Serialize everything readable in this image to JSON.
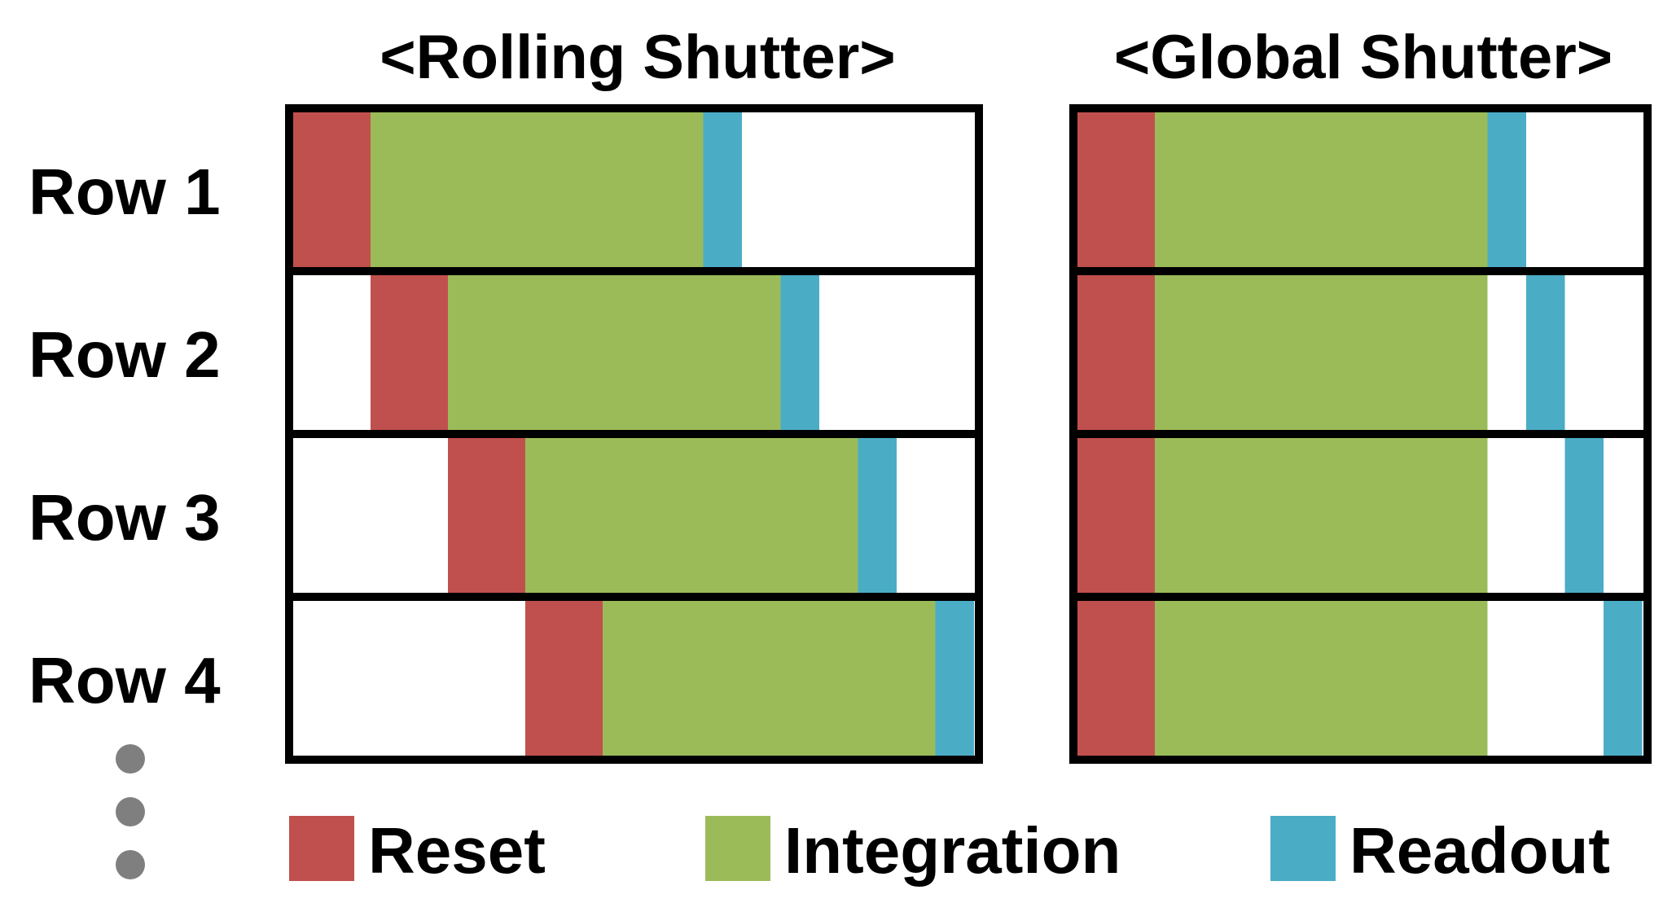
{
  "colors": {
    "reset": "#c0504d",
    "integration": "#9bbb59",
    "readout": "#4bacc6",
    "frame": "#000000",
    "dots": "#7f7f7f"
  },
  "panels": [
    {
      "id": "rolling",
      "title": "<Rolling Shutter>",
      "rows": [
        {
          "reset": [
            0,
            1
          ],
          "integration": [
            1,
            5.3
          ],
          "readout": [
            5.3,
            5.8
          ]
        },
        {
          "reset": [
            1,
            2
          ],
          "integration": [
            2,
            6.3
          ],
          "readout": [
            6.3,
            6.8
          ]
        },
        {
          "reset": [
            2,
            3
          ],
          "integration": [
            3,
            7.3
          ],
          "readout": [
            7.3,
            7.8
          ]
        },
        {
          "reset": [
            3,
            4
          ],
          "integration": [
            4,
            8.3
          ],
          "readout": [
            8.3,
            8.8
          ]
        }
      ]
    },
    {
      "id": "global",
      "title": "<Global Shutter>",
      "rows": [
        {
          "reset": [
            0,
            1
          ],
          "integration": [
            1,
            5.3
          ],
          "readout": [
            5.3,
            5.8
          ]
        },
        {
          "reset": [
            0,
            1
          ],
          "integration": [
            1,
            5.3
          ],
          "readout": [
            5.8,
            6.3
          ]
        },
        {
          "reset": [
            0,
            1
          ],
          "integration": [
            1,
            5.3
          ],
          "readout": [
            6.3,
            6.8
          ]
        },
        {
          "reset": [
            0,
            1
          ],
          "integration": [
            1,
            5.3
          ],
          "readout": [
            6.8,
            7.3
          ]
        }
      ]
    }
  ],
  "row_labels": [
    "Row 1",
    "Row 2",
    "Row 3",
    "Row 4"
  ],
  "legend": [
    {
      "key": "reset",
      "label": "Reset"
    },
    {
      "key": "integration",
      "label": "Integration"
    },
    {
      "key": "readout",
      "label": "Readout"
    }
  ]
}
